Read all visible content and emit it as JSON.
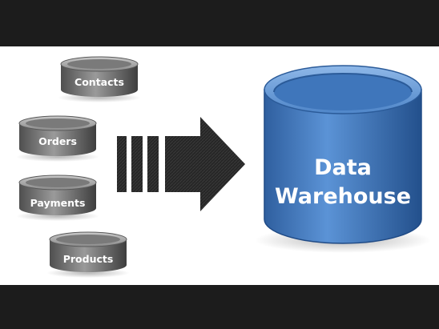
{
  "sources": [
    {
      "label": "Contacts"
    },
    {
      "label": "Orders"
    },
    {
      "label": "Payments"
    },
    {
      "label": "Products"
    }
  ],
  "warehouse": {
    "line1": "Data",
    "line2": "Warehouse"
  },
  "colors": {
    "band": "#1c1c1c",
    "background": "#ffffff",
    "source_cylinder": "#7d7d7d",
    "warehouse_cylinder": "#4a7fc3",
    "arrow": "#2e2e2e"
  },
  "icons": {
    "flow": "arrow-right-icon",
    "source": "database-cylinder-icon",
    "target": "database-cylinder-icon"
  }
}
